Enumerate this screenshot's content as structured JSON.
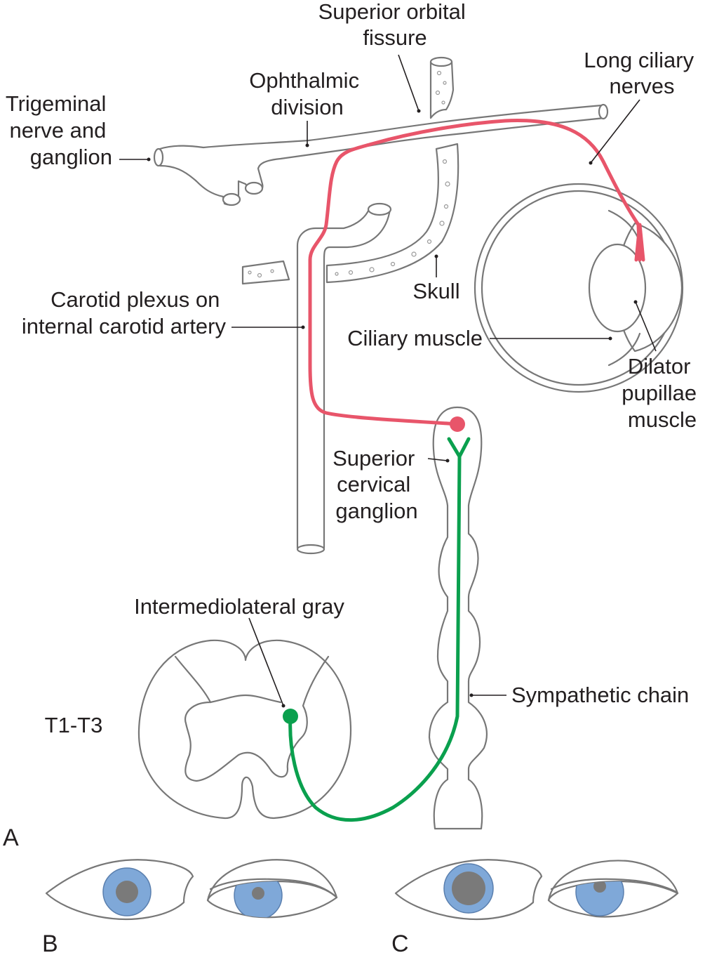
{
  "colors": {
    "sympathetic_postganglionic": "#e8556a",
    "sympathetic_preganglionic": "#0aa04e",
    "iris_blue": "#7fa8d8",
    "pupil_gray": "#7a7a7a",
    "outline_gray": "#777777",
    "text": "#231f20"
  },
  "labels": {
    "superior_orbital_fissure": [
      "Superior orbital",
      "fissure"
    ],
    "long_ciliary_nerves": [
      "Long ciliary",
      "nerves"
    ],
    "ophthalmic_division": [
      "Ophthalmic",
      "division"
    ],
    "trigeminal": [
      "Trigeminal",
      "nerve and",
      "ganglion"
    ],
    "skull": "Skull",
    "carotid_plexus": [
      "Carotid plexus on",
      "internal carotid artery"
    ],
    "ciliary_muscle": "Ciliary muscle",
    "dilator_pupillae": [
      "Dilator",
      "pupillae",
      "muscle"
    ],
    "superior_cervical_ganglion": [
      "Superior",
      "cervical",
      "ganglion"
    ],
    "intermediolateral_gray": "Intermediolateral gray",
    "spinal_level": "T1-T3",
    "sympathetic_chain": "Sympathetic chain"
  },
  "panels": {
    "a": "A",
    "b": "B",
    "c": "C"
  },
  "icons": {
    "eyeball": "eyeball-cross-section-icon",
    "spinal_cord": "spinal-cord-cross-section-icon",
    "eye_open": "open-eye-icon",
    "eye_ptosis": "drooping-eyelid-eye-icon"
  }
}
